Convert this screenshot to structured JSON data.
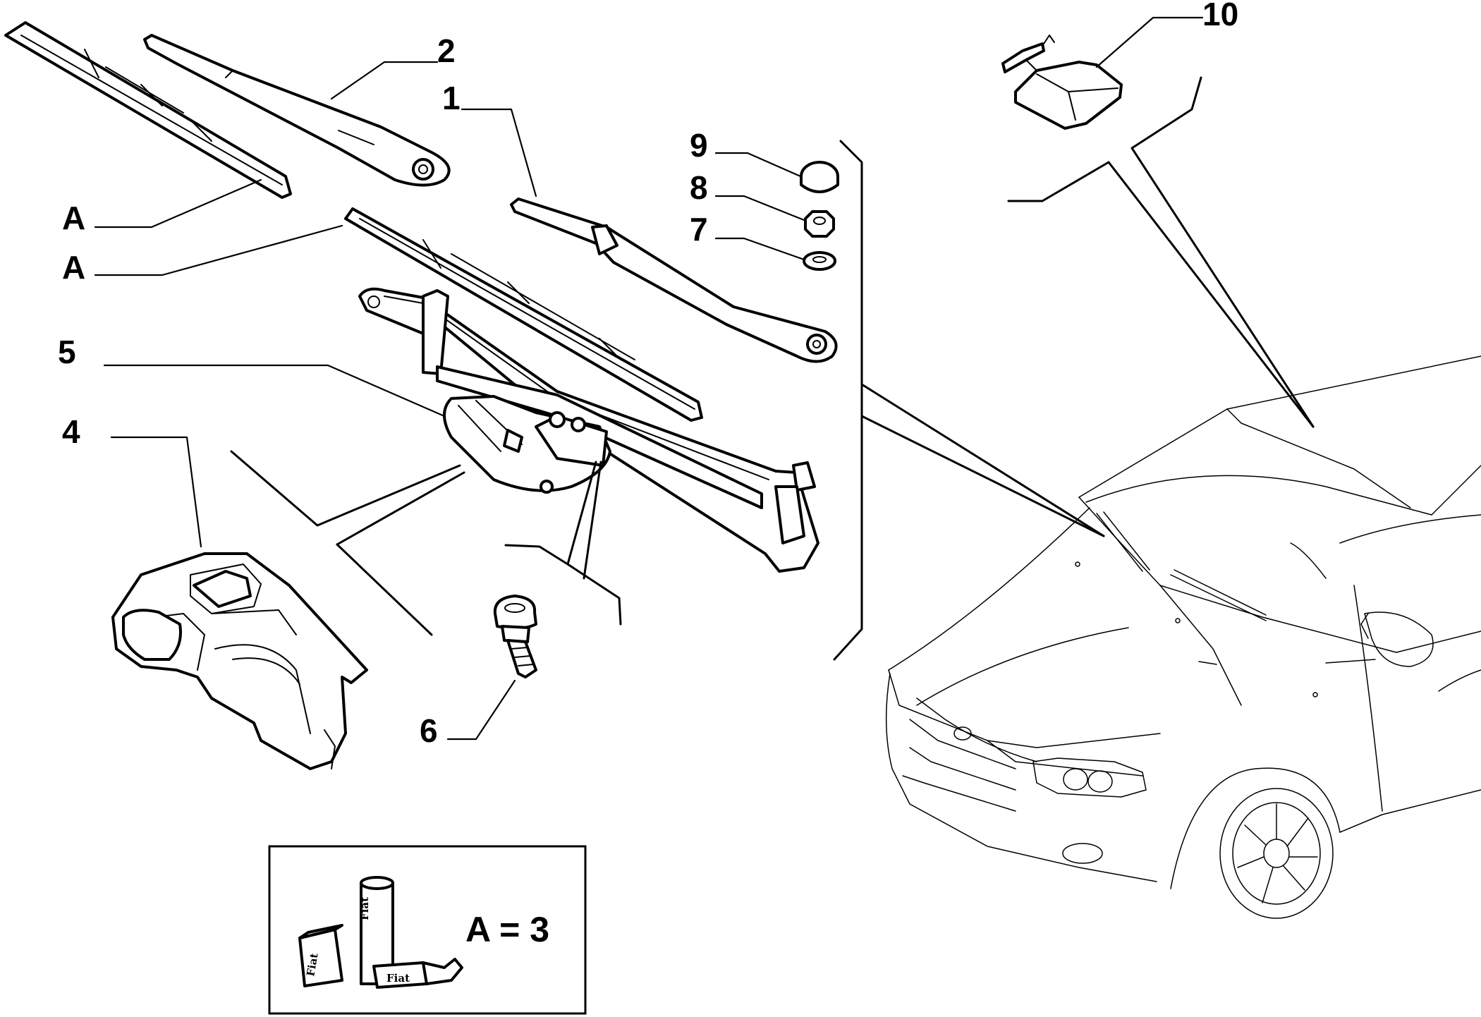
{
  "callouts": {
    "c1": "1",
    "c2": "2",
    "c4": "4",
    "c5": "5",
    "c6": "6",
    "c7": "7",
    "c8": "8",
    "c9": "9",
    "c10": "10",
    "a_upper": "A",
    "a_lower": "A"
  },
  "legend": {
    "equation": "A = 3",
    "can_label_1": "Fiat",
    "can_label_2": "Fiat",
    "can_label_3": "Fiat"
  },
  "colors": {
    "ink": "#000000",
    "paper": "#ffffff"
  }
}
